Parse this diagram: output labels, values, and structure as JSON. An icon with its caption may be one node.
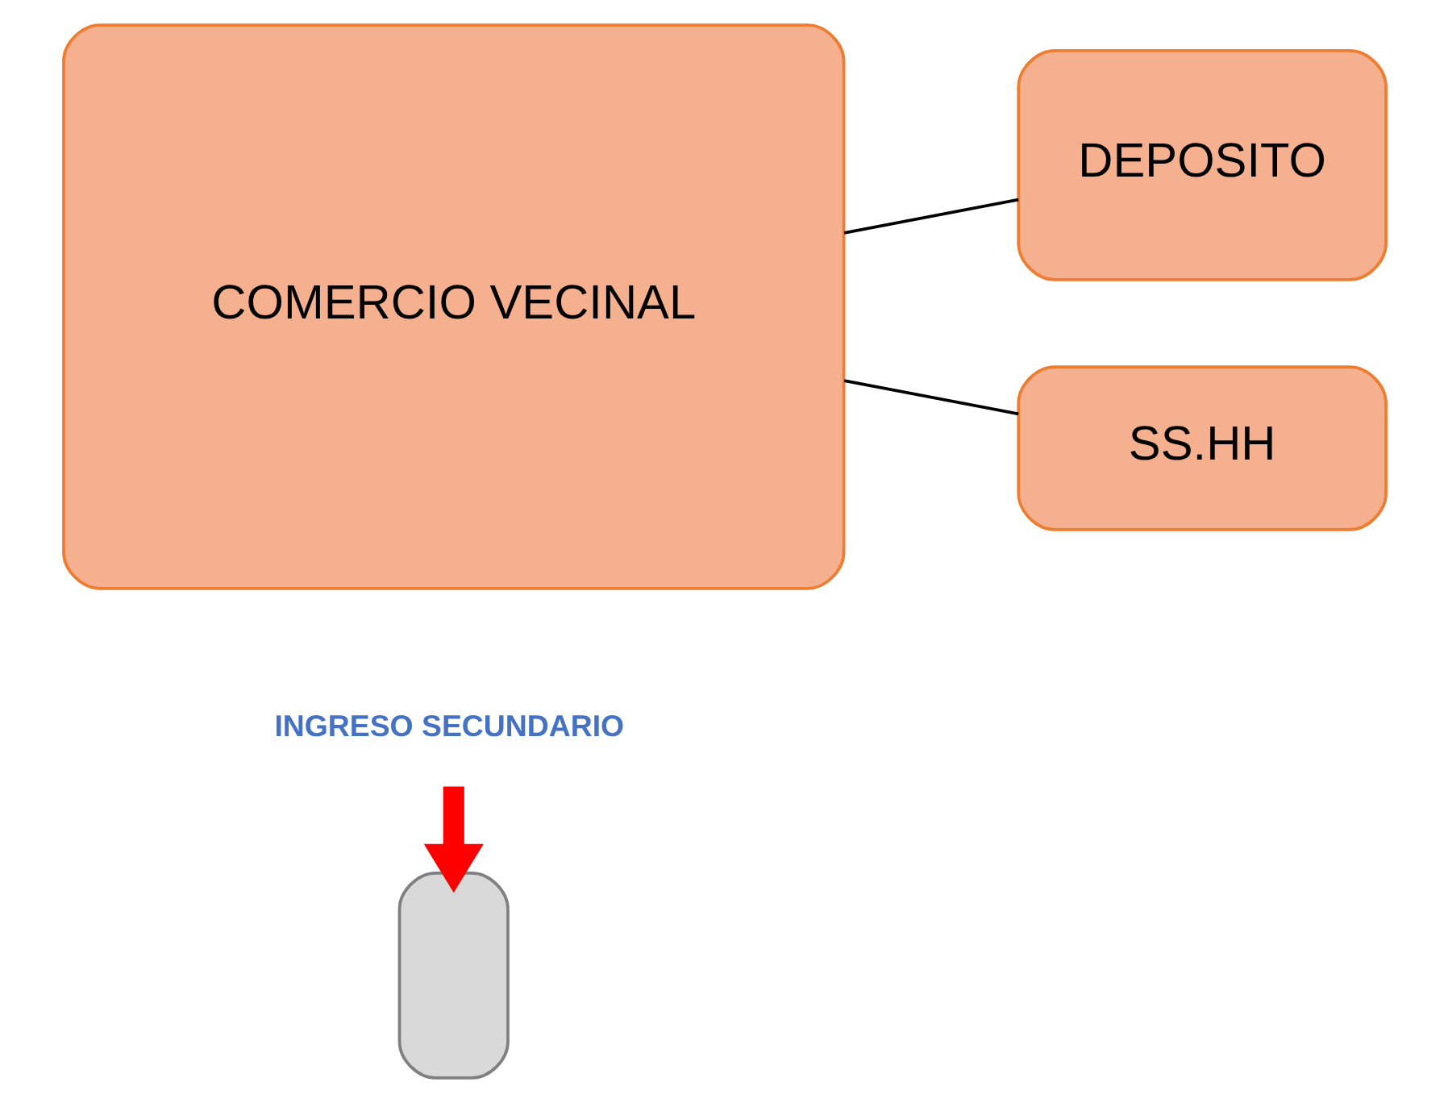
{
  "diagram": {
    "nodes": [
      {
        "text": [
          "COMERCIO VECINAL"
        ]
      },
      {
        "text": [
          "SS.HH"
        ]
      },
      {
        "text": [
          "DEPOSITO"
        ]
      },
      {
        "text": [],
        "shape": "box"
      },
      {
        "text": [
          "INGRESO SECUNDARIO"
        ]
      }
    ],
    "edges": [
      {
        "from": 0,
        "to": 1,
        "arrow": "none"
      },
      {
        "from": 0,
        "to": 2,
        "arrow": "none"
      },
      {
        "from": 4,
        "to": 3,
        "arrow": "to",
        "style": "thick",
        "color": "#ff0000"
      }
    ]
  }
}
